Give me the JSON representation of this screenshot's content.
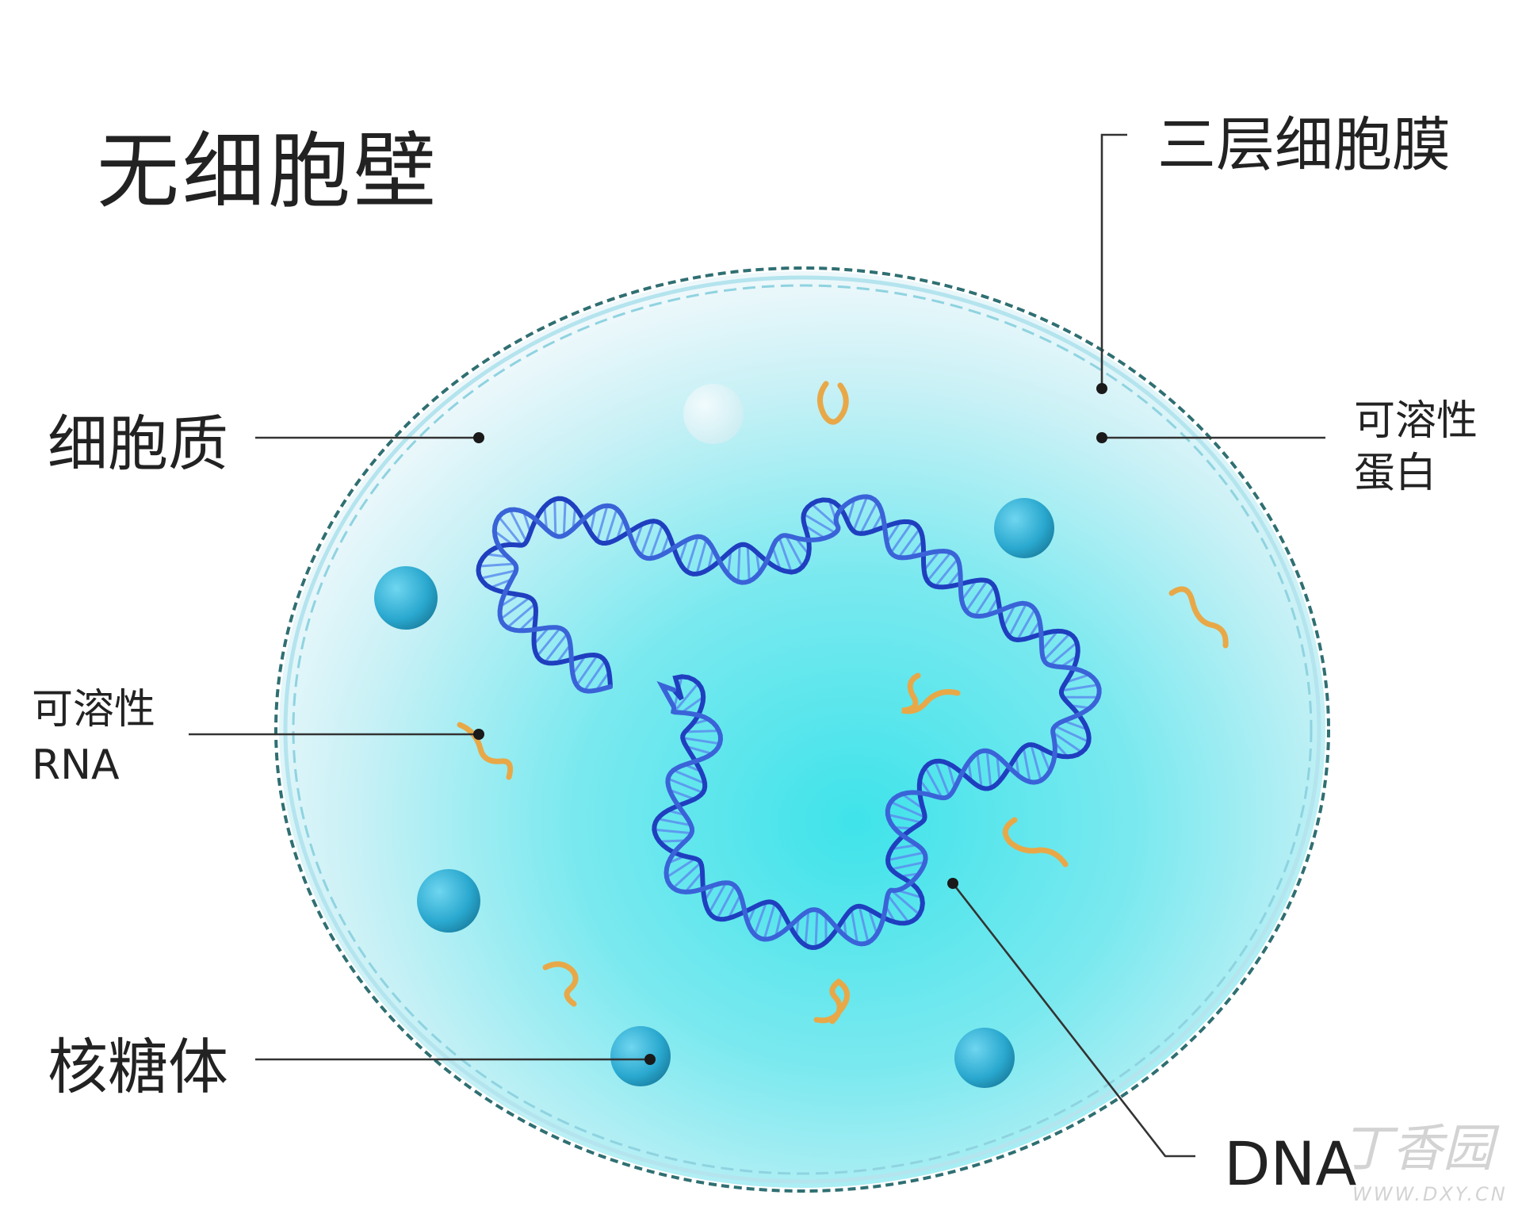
{
  "title": "无细胞壁",
  "labels": {
    "membrane": "三层细胞膜",
    "cytoplasm": "细胞质",
    "protein_line1": "可溶性",
    "protein_line2": "蛋白",
    "rna_line1": "可溶性",
    "rna_line2": "RNA",
    "ribosome": "核糖体",
    "dna": "DNA"
  },
  "watermark": {
    "logo": "丁香园",
    "url": "WWW.DXY.CN"
  },
  "colors": {
    "membrane_outer": "#2f6f72",
    "membrane_inner": "#7ccfe0",
    "cytoplasm_core": "#45e0e8",
    "cytoplasm_edge": "#eef8fb",
    "dna_dark": "#1f3fbf",
    "dna_light": "#5b8ff0",
    "ribosome": "#2aa8cf",
    "rna": "#e8a848",
    "text": "#222222"
  },
  "icons": [
    "dna-helix-icon",
    "ribosome-sphere-icon",
    "rna-squiggle-icon"
  ]
}
